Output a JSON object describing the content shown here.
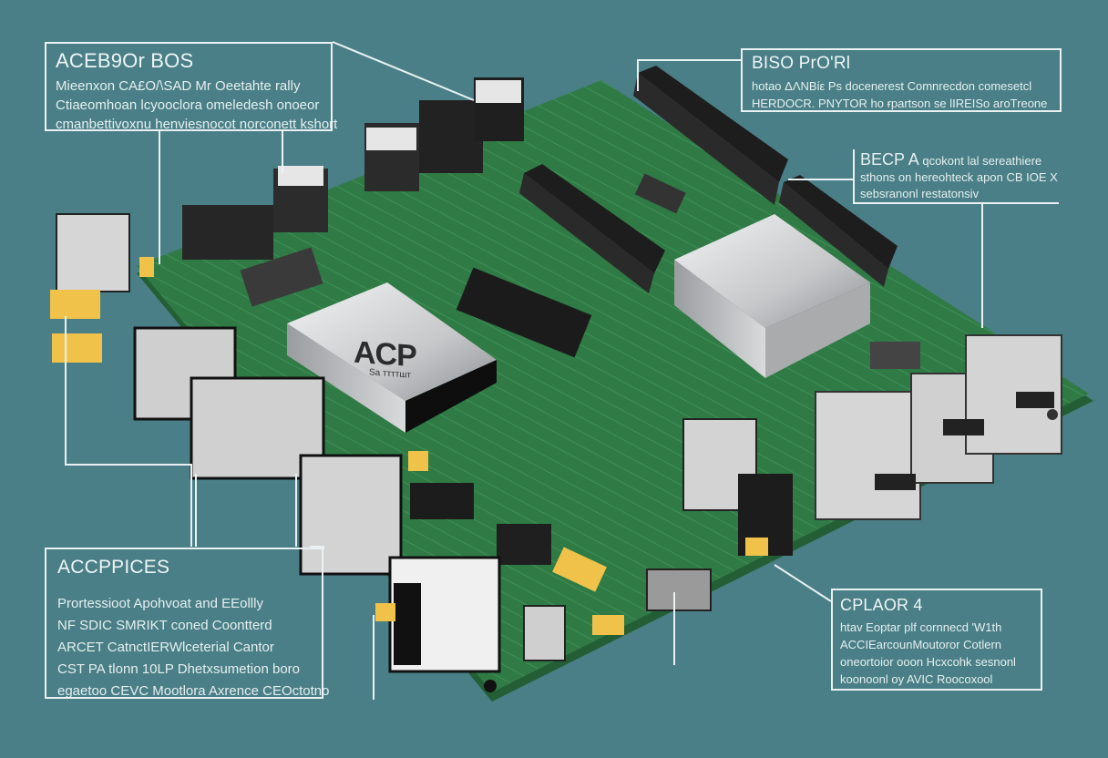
{
  "colors": {
    "background": "#4a7f87",
    "pcb_green": "#2f7a45",
    "pcb_dark": "#235e35",
    "callout_border": "#e9f1f2",
    "callout_text": "#eef5f6",
    "connector_black": "#1d1d1d",
    "metal_silver": "#c9cbcd",
    "capacitor_yellow": "#f0c24a"
  },
  "diagram": {
    "subject": "circuit-board",
    "main_chip": {
      "label": "ACP",
      "sublabel": "Sa ттттшт"
    },
    "callouts": [
      {
        "id": "top-left",
        "title": "ACEB9Or BOS",
        "lines": [
          "Mieenxon CA£O/\\SAD Mr Oeetahte rally",
          "Ctiaeomhoan lcyooclora omeledesh onoeor",
          "cmanbettivoxnu henviesnocot norconett kshort"
        ]
      },
      {
        "id": "top-right",
        "title": "BISO PrO'Rl",
        "lines": [
          "hotao ΔΛΝΒίε Ps docenerest Comnrecdon comesetcl",
          "HERDOCR. PNYTOR ho ɍpartson se lIREISo aroTreone"
        ]
      },
      {
        "id": "right-middle",
        "title": "BECP A",
        "title_suffix": "qcokont lal sereathiere",
        "lines": [
          "sthons on hereohteck apon CB IOE X",
          "sebsranonl restatonsiv"
        ]
      },
      {
        "id": "bottom-left",
        "title": "ACCPPICES",
        "lines": [
          "Prortessioot Apohvoat and EEollly",
          "NF SDIC SMRIKT coned Coontterd",
          "ARCET CatnctIERWlceterial Cantor",
          "CST PA tlonn 10LP Dhetxsumetion boro",
          "egaetoo CEVC Mootlora Axrence CEOctotno"
        ]
      },
      {
        "id": "bottom-right",
        "title": "CPLAOR 4",
        "lines": [
          "htav Eoptar plf cornnecd 'W1th",
          "ACCIEarcounMoutoror Cotlern",
          "oneortoior ooon Hcxcohk sesnonl",
          "koonoonl oy AVIC Roocoxool"
        ]
      }
    ]
  }
}
